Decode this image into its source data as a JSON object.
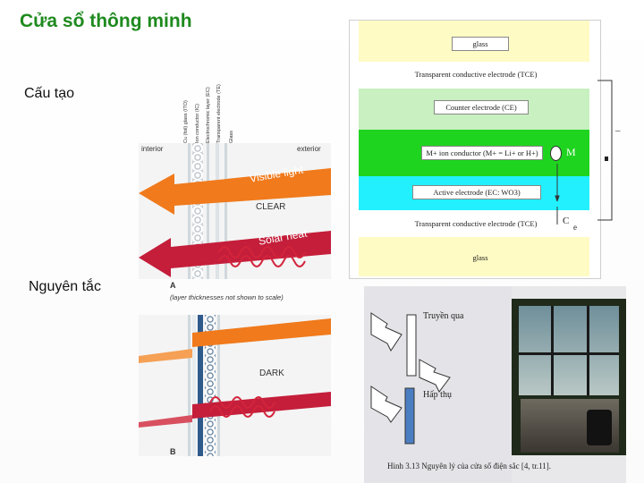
{
  "title": "Cửa sổ thông minh",
  "labels": {
    "structure": "Cấu tạo",
    "principle": "Nguyên tắc"
  },
  "stack": {
    "glass_top": "glass",
    "tce_top": "Transparent conductive electrode (TCE)",
    "ce": "Counter electrode (CE)",
    "ion": "M+ ion conductor (M+ = Li+ or H+)",
    "m_label": "M",
    "active": "Active electrode (EC: WO3)",
    "tce_bottom": "Transparent conductive electrode (TCE)",
    "c_label": "C",
    "e_label": "e",
    "glass_bottom": "glass",
    "minus": "–",
    "colors": {
      "glass": "#fffbc4",
      "ce": "#c8f0c0",
      "ion": "#1fd41f",
      "active": "#22f0ff"
    }
  },
  "diagramA": {
    "interior": "interior",
    "exterior": "exterior",
    "visible": "Visible light",
    "clear": "CLEAR",
    "solar": "Solar heat",
    "letter": "A",
    "note": "(layer thicknesses not shown to scale)",
    "layers": [
      "Cu (foil) glass (ITO)",
      "Ion conductor (IC)",
      "Electrochromic layer (EC)",
      "Transparent electrode (TE)",
      "Glass"
    ]
  },
  "diagramB": {
    "dark": "DARK",
    "letter": "B"
  },
  "photo": {
    "transmit": "Truyền qua",
    "absorb": "Hấp thụ",
    "caption": "Hình 3.13 Nguyên lý của cửa sổ điện sắc [4, tr.11]."
  }
}
